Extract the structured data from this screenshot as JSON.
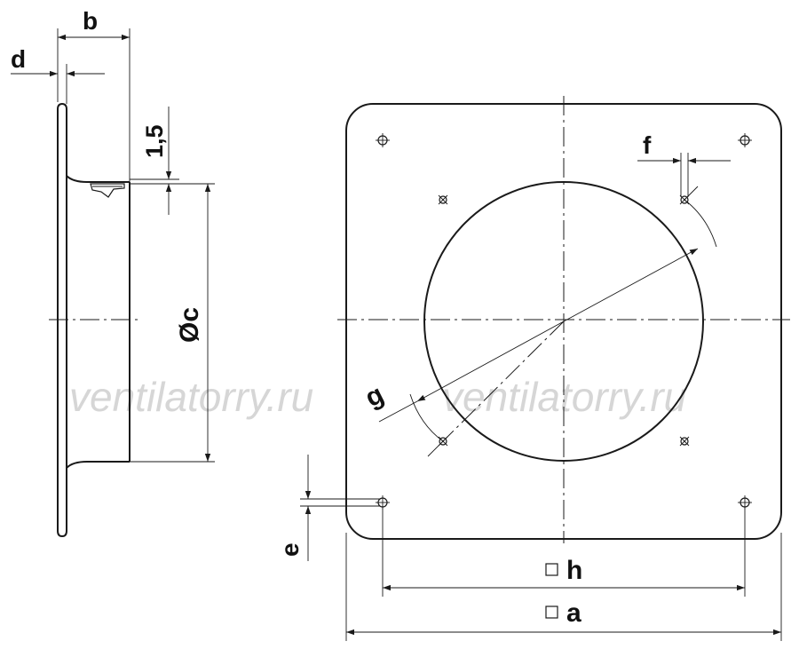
{
  "labels": {
    "b": "b",
    "d": "d",
    "thickness": "1,5",
    "diameter": "Øc",
    "f": "f",
    "g": "g",
    "e": "e",
    "h": "h",
    "a": "a"
  },
  "watermark": {
    "left": "ventilatorry.ru",
    "right": "ventilatorry.ru"
  },
  "colors": {
    "line": "#1a1a1a",
    "watermark": "#c9c9c9"
  }
}
